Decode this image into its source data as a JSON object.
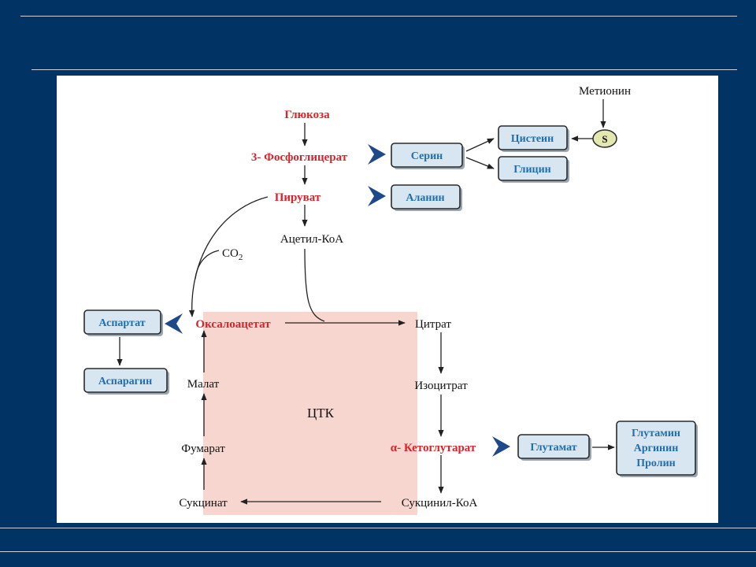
{
  "diagram": {
    "metabolites": {
      "glucose": "Глюкоза",
      "phosphoglycerate": "3- Фосфоглицерат",
      "pyruvate": "Пируват",
      "acetyl_coa": "Ацетил-КоА",
      "co2": "CO",
      "co2_sub": "2",
      "oxaloacetate": "Оксалоацетат",
      "citrate": "Цитрат",
      "isocitrate": "Изоцитрат",
      "ketoglutarate": "α- Кетоглутарат",
      "succinyl_coa": "Сукцинил-КоА",
      "succinate": "Сукцинат",
      "fumarate": "Фумарат",
      "malate": "Малат",
      "methionine": "Метионин",
      "sulfur": "S",
      "cycle_label": "ЦТК"
    },
    "amino_acids": {
      "serine": "Серин",
      "cysteine": "Цистеин",
      "glycine": "Глицин",
      "alanine": "Аланин",
      "aspartate": "Аспартат",
      "asparagine": "Аспарагин",
      "glutamate": "Глутамат",
      "glutamine": "Глутамин",
      "arginine": "Аргинин",
      "proline": "Пролин"
    }
  },
  "colors": {
    "background": "#023365",
    "panel": "#ffffff",
    "cycle_fill": "#f7d6cf",
    "red_text": "#d8232a",
    "blue_text": "#1f6fb0",
    "box_fill": "#d7e6f1",
    "sulfur_fill": "#e4e8b0",
    "chevron": "#1f4a8a"
  }
}
